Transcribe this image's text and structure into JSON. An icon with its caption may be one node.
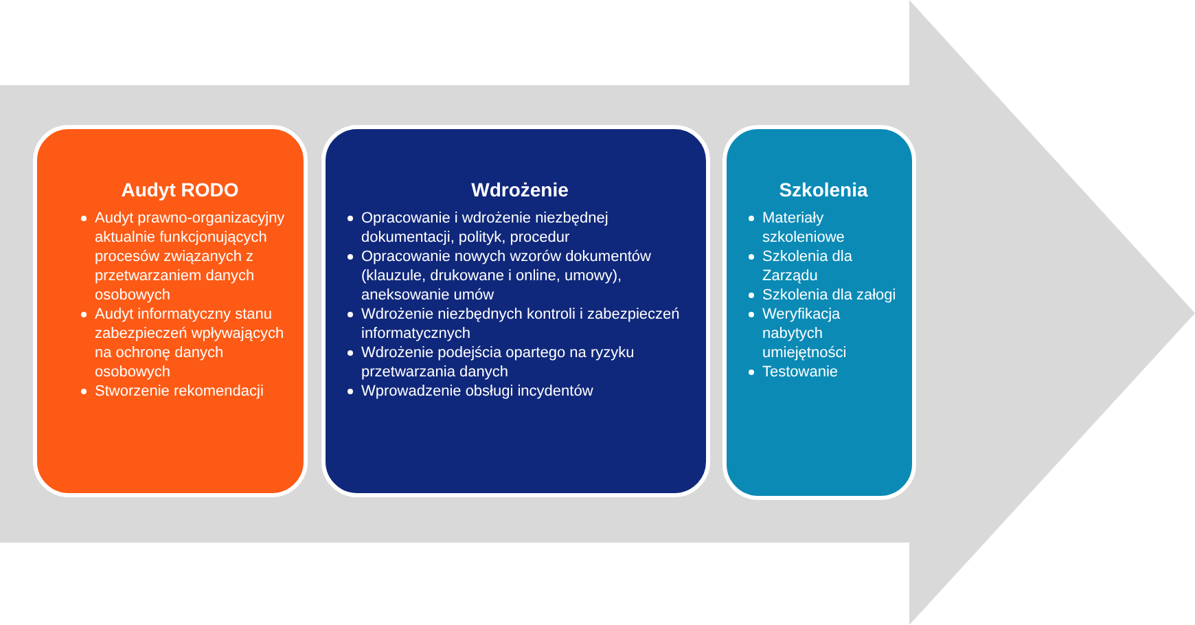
{
  "diagram": {
    "nodes": [
      {
        "text": [
          "Audyt RODO",
          "Audyt prawno-organizacyjny aktualnie funkcjonujących procesów związanych z przetwarzaniem danych osobowych",
          "Audyt informatyczny stanu zabezpieczeń wpływających na ochronę danych osobowych",
          "Stworzenie rekomendacji"
        ]
      },
      {
        "text": [
          "Wdrożenie",
          "Opracowanie i wdrożenie niezbędnej dokumentacji, polityk, procedur",
          "Opracowanie nowych wzorów dokumentów (klauzule, drukowane i online, umowy), aneksowanie umów",
          "Wdrożenie niezbędnych kontroli i zabezpieczeń informatycznych",
          "Wdrożenie podejścia opartego na ryzyku przetwarzania danych",
          "Wprowadzenie obsługi incydentów"
        ]
      },
      {
        "text": [
          "Szkolenia",
          "Materiały szkoleniowe",
          "Szkolenia dla Zarządu",
          "Szkolenia dla załogi",
          "Weryfikacja nabytych umiejętności",
          "Testowanie"
        ]
      }
    ]
  }
}
